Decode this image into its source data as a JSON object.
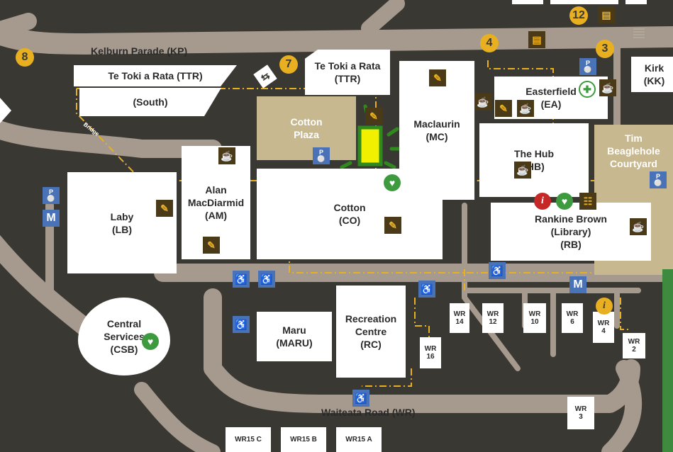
{
  "roads": {
    "kelburn": "Kelburn Parade (KP)",
    "waiteata": "Waiteata Road (WR)",
    "bridge": "Bridge"
  },
  "buildings": {
    "ttr_south_name": "Te Toki a Rata (TTR)",
    "ttr_south_sub": "(South)",
    "ttr_name": "Te Toki a Rata",
    "ttr_code": "(TTR)",
    "cotton_plaza": "Cotton Plaza",
    "maclaurin": "Maclaurin",
    "maclaurin_code": "(MC)",
    "easterfield": "Easterfield",
    "easterfield_code": "(EA)",
    "kirk": "Kirk",
    "kirk_code": "(KK)",
    "hub": "The Hub",
    "hub_code": "(HB)",
    "tim": "Tim Beaglehole Courtyard",
    "laby": "Laby",
    "laby_code": "(LB)",
    "alan": "Alan MacDiarmid",
    "alan_code": "(AM)",
    "cotton": "Cotton",
    "cotton_code": "(CO)",
    "rankine": "Rankine Brown",
    "rankine_sub": "(Library)",
    "rankine_code": "(RB)",
    "central": "Central Services",
    "central_code": "(CSB)",
    "maru": "Maru",
    "maru_code": "(MARU)",
    "rec": "Recreation Centre",
    "rec_code": "(RC)",
    "wr14": "WR 14",
    "wr12": "WR 12",
    "wr10": "WR 10",
    "wr6": "WR 6",
    "wr4": "WR 4",
    "wr2": "WR 2",
    "wr16": "WR 16",
    "wr3": "WR 3",
    "wr15c": "WR15 C",
    "wr15b": "WR15 B",
    "wr15a": "WR15 A"
  },
  "markers": {
    "n8": "8",
    "n7": "7",
    "n4": "4",
    "n3": "3",
    "n12": "12",
    "m": "M",
    "info": "i",
    "p": "P"
  },
  "colors": {
    "road": "#a59a8d",
    "background": "#3a3833",
    "path": "#e8b020",
    "accent_blue": "#4a72b6",
    "highlight": "#f0f000"
  }
}
